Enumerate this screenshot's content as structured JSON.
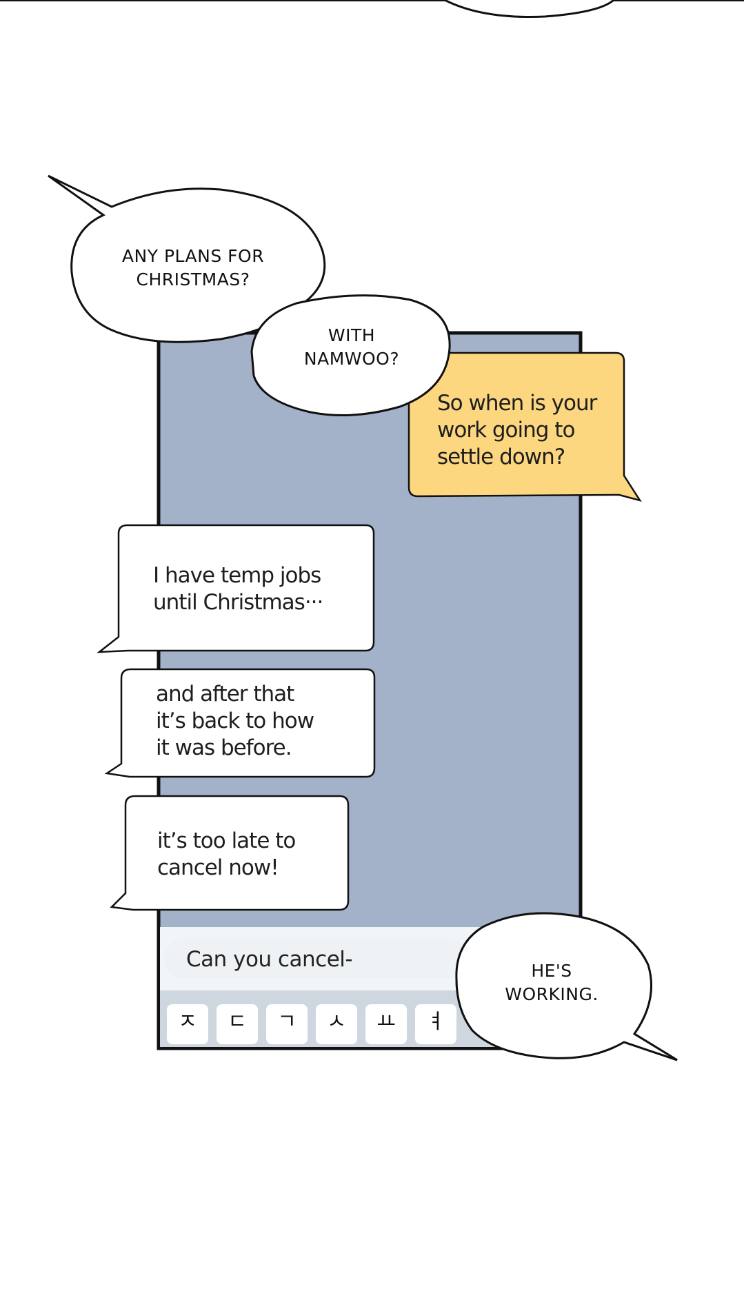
{
  "colors": {
    "chat_background": "#a3b2c9",
    "own_message_bubble": "#fcd780",
    "other_message_bubble": "#ffffff",
    "keyboard_background": "#ced7df",
    "input_bar": "#f2f5f7",
    "outline": "#111111"
  },
  "speech_bubbles": [
    {
      "text": "ANY PLANS FOR\nCHRISTMAS?"
    },
    {
      "text": "WITH\nNAMWOO?"
    },
    {
      "text": "HE'S\nWORKING."
    }
  ],
  "chat": {
    "sent": [
      {
        "text": "So when is your\nwork going to\nsettle down?"
      }
    ],
    "received": [
      {
        "text": "I have temp jobs\nuntil Christmas···"
      },
      {
        "text": "and after that\nit’s back to how\nit was before."
      },
      {
        "text": "it’s too late to\ncancel now!"
      }
    ],
    "input_value": "Can you cancel-",
    "keyboard_keys": [
      "ㅈ",
      "ㄷ",
      "ㄱ",
      "ㅅ",
      "ㅛ",
      "ㅕ"
    ]
  }
}
